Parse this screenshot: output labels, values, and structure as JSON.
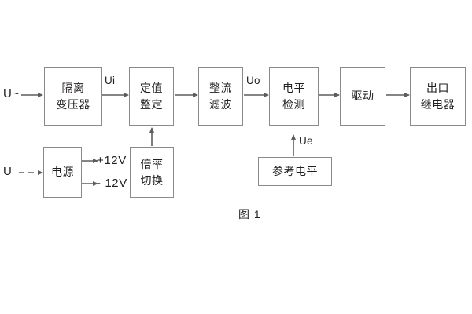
{
  "figure": {
    "caption": "图 1",
    "line_color": "#6e6e6e",
    "box_border_color": "#8a8a8a",
    "text_color": "#231f20",
    "background": "#ffffff"
  },
  "blocks": [
    {
      "id": "isolation-transformer",
      "lines": [
        "隔离",
        "变压器"
      ]
    },
    {
      "id": "setting-value",
      "lines": [
        "定值",
        "整定"
      ]
    },
    {
      "id": "rectifier-filter",
      "lines": [
        "整流",
        "滤波"
      ]
    },
    {
      "id": "level-detection",
      "lines": [
        "电平",
        "检测"
      ]
    },
    {
      "id": "drive",
      "lines": [
        "驱动"
      ]
    },
    {
      "id": "output-relay",
      "lines": [
        "出口",
        "继电器"
      ]
    },
    {
      "id": "power-supply",
      "lines": [
        "电源"
      ]
    },
    {
      "id": "multiplier-switch",
      "lines": [
        "倍率",
        "切换"
      ]
    },
    {
      "id": "reference-level",
      "lines": [
        "参考电平"
      ]
    }
  ],
  "labels": {
    "input_ac": "U~",
    "input_dc": "U",
    "signal_ui": "Ui",
    "signal_uo": "Uo",
    "signal_ue": "Ue",
    "rail_positive": "+12V",
    "rail_negative": "- 12V"
  }
}
